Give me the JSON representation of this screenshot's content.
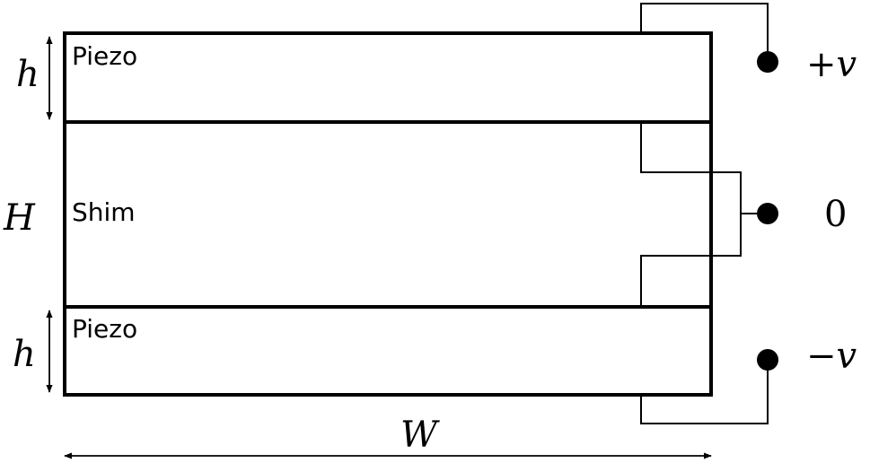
{
  "layers": {
    "top": "Piezo",
    "middle": "Shim",
    "bottom": "Piezo"
  },
  "dimensions": {
    "top_thickness": "h",
    "total_thickness": "H",
    "bottom_thickness": "h",
    "width": "W"
  },
  "terminals": {
    "positive": {
      "sign": "+",
      "symbol": "v"
    },
    "ground": {
      "symbol": "0"
    },
    "negative": {
      "sign": "−",
      "symbol": "v"
    }
  },
  "colors": {
    "stroke": "#000000",
    "background": "#ffffff"
  }
}
